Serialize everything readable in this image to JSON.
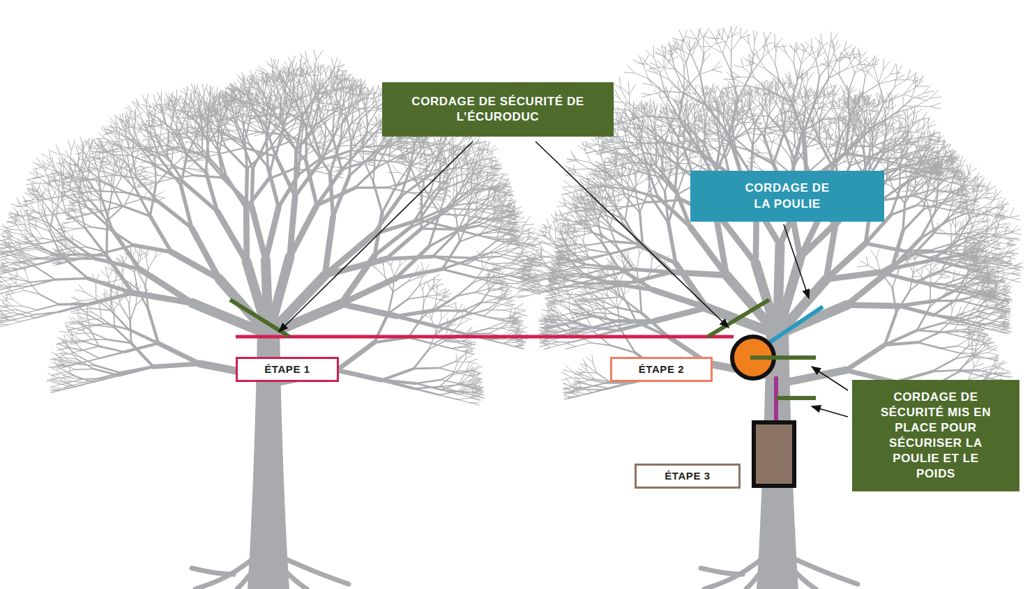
{
  "diagram": {
    "nodes": [
      {
        "text": [
          "CORDAGE DE SÉCURITÉ DE L’ÉCURODUC"
        ]
      },
      {
        "text": [
          "CORDAGE DE LA POULIE"
        ]
      },
      {
        "text": [
          "ÉTAPE 1"
        ]
      },
      {
        "text": [
          "ÉTAPE 2"
        ]
      },
      {
        "text": [
          "CORDAGE DE SÉCURITÉ MIS EN PLACE POUR SÉCURISER LA POULIE ET LE POIDS"
        ]
      },
      {
        "text": [
          "ÉTAPE 3"
        ]
      }
    ]
  }
}
